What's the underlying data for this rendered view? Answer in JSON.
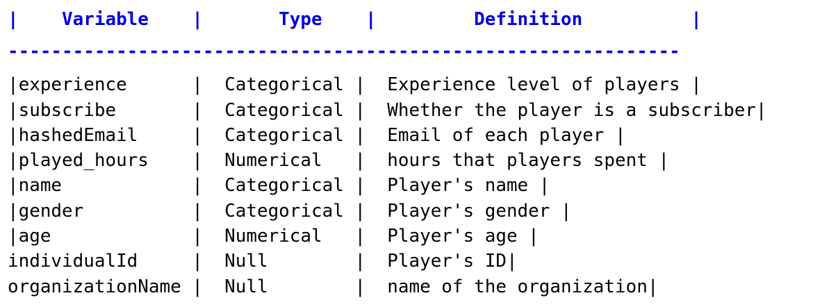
{
  "header": {
    "line": "|    Variable    |       Type    |         Definition          |"
  },
  "separator": "--------------------------------------------------------------",
  "rows": [
    {
      "line": "|experience      |  Categorical |  Experience level of players |"
    },
    {
      "line": "|subscribe       |  Categorical |  Whether the player is a subscriber|"
    },
    {
      "line": "|hashedEmail     |  Categorical |  Email of each player |"
    },
    {
      "line": "|played_hours    |  Numerical   |  hours that players spent |"
    },
    {
      "line": "|name            |  Categorical |  Player's name |"
    },
    {
      "line": "|gender          |  Categorical |  Player's gender |"
    },
    {
      "line": "|age             |  Numerical   |  Player's age |"
    },
    {
      "line": "individualId     |  Null        |  Player's ID|"
    },
    {
      "line": "organizationName |  Null        |  name of the organization|"
    }
  ]
}
